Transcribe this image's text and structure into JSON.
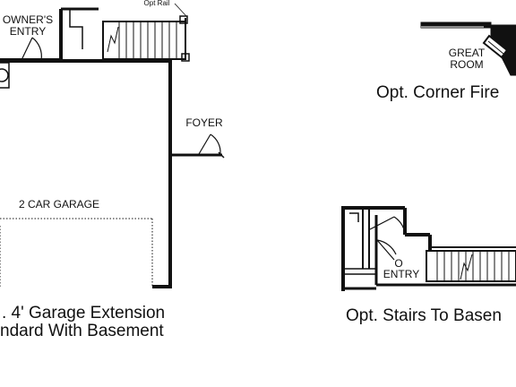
{
  "labels": {
    "owners_entry_line1": "OWNER'S",
    "owners_entry_line2": "ENTRY",
    "opt_rail": "Opt Rail",
    "foyer": "FOYER",
    "garage": "2 CAR GARAGE",
    "great_room_line1": "GREAT",
    "great_room_line2": "ROOM",
    "o_entry_line1": "O",
    "o_entry_line2": "ENTRY"
  },
  "captions": {
    "garage_extension_line1": ". 4' Garage Extension",
    "garage_extension_line2": "ndard With Basement",
    "corner_fireplace": "Opt. Corner Fire",
    "stairs_to_basement": "Opt. Stairs To Basen"
  },
  "colors": {
    "wall": "#111111",
    "background": "#ffffff"
  }
}
